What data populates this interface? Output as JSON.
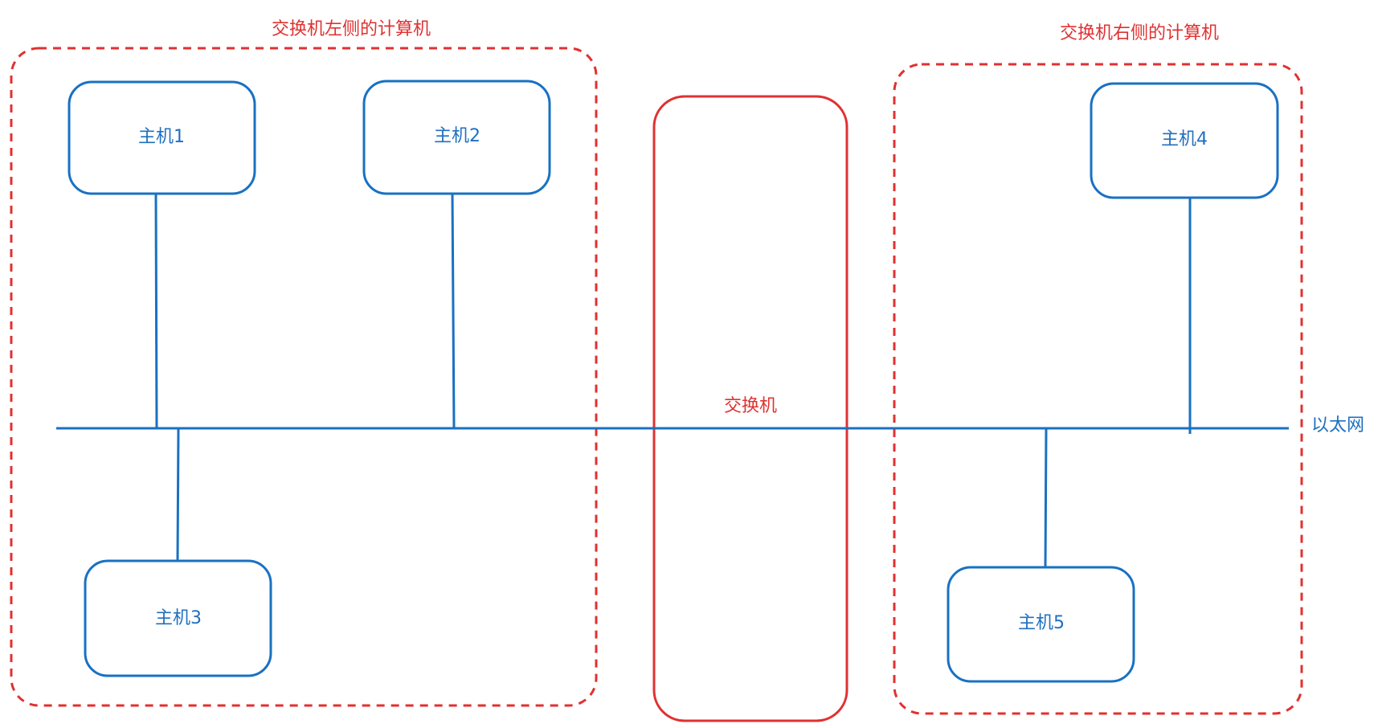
{
  "colors": {
    "host": "#1971c2",
    "group": "#e03131",
    "switch": "#e03131",
    "line": "#1971c2"
  },
  "groups": {
    "left": {
      "label": "交换机左侧的计算机"
    },
    "right": {
      "label": "交换机右侧的计算机"
    }
  },
  "switch": {
    "label": "交换机"
  },
  "ethernet": {
    "label": "以太网"
  },
  "hosts": [
    {
      "label": "主机1"
    },
    {
      "label": "主机2"
    },
    {
      "label": "主机3"
    },
    {
      "label": "主机4"
    },
    {
      "label": "主机5"
    }
  ]
}
